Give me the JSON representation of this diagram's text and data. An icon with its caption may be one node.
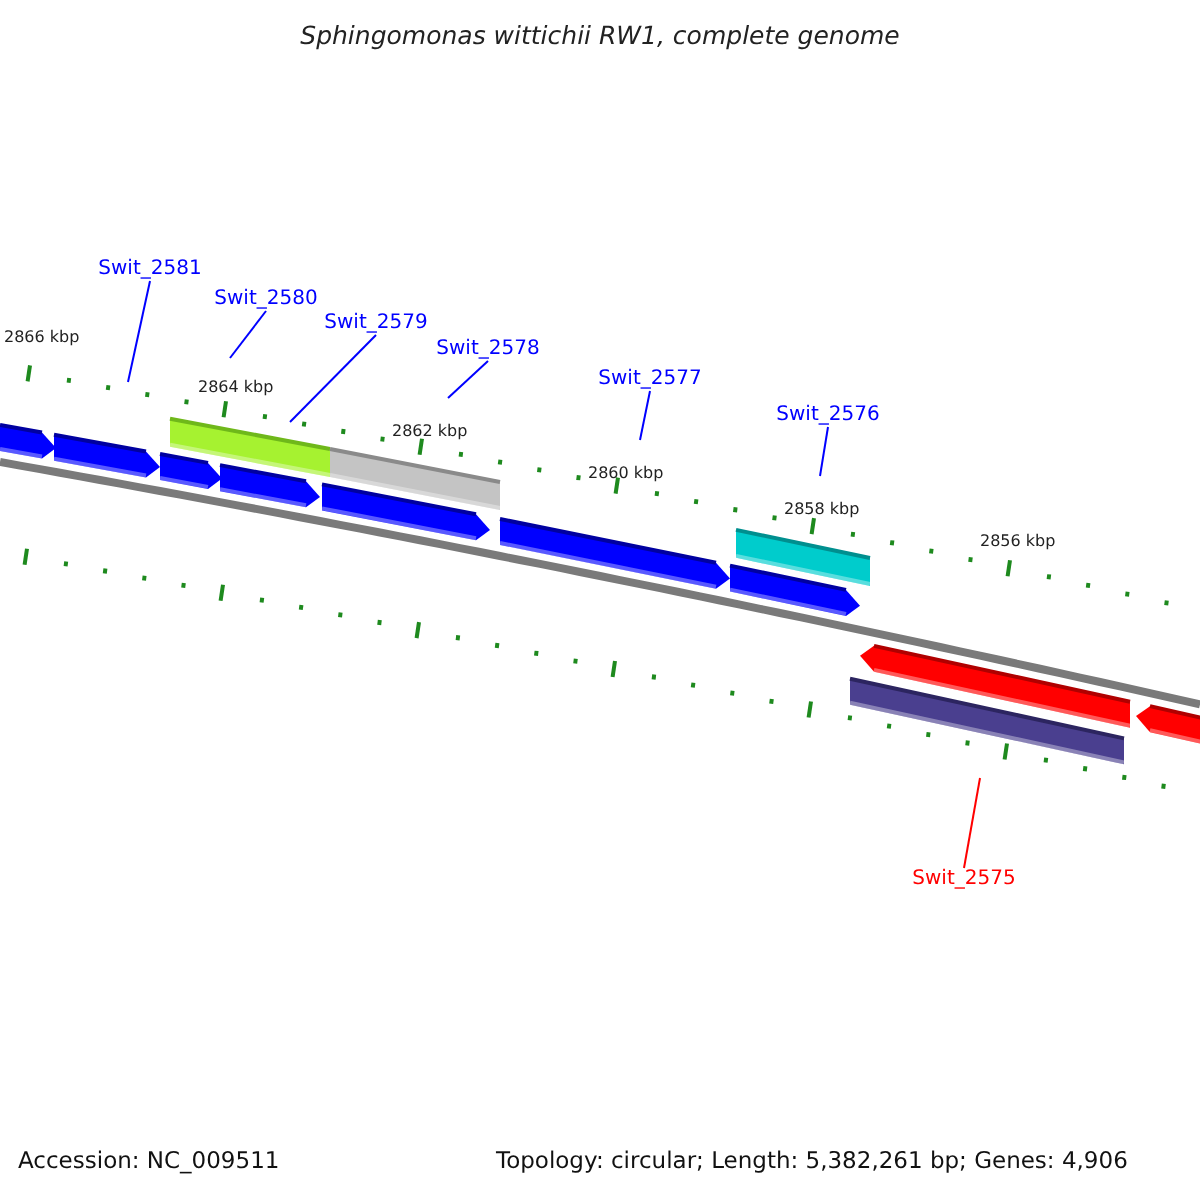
{
  "diagram": {
    "title": "Sphingomonas wittichii RW1, complete genome",
    "nodes": [
      {
        "text": [
          "Swit_2581"
        ]
      },
      {
        "text": [
          "Swit_2580"
        ]
      },
      {
        "text": [
          "Swit_2579"
        ]
      },
      {
        "text": [
          "Swit_2578"
        ]
      },
      {
        "text": [
          "Swit_2577"
        ]
      },
      {
        "text": [
          "Swit_2576"
        ]
      },
      {
        "text": [
          "Swit_2575"
        ]
      }
    ],
    "edges": [
      {
        "from": 0,
        "to": null,
        "arrow": "none"
      },
      {
        "from": 1,
        "to": null,
        "arrow": "none"
      },
      {
        "from": 2,
        "to": null,
        "arrow": "none"
      },
      {
        "from": 3,
        "to": null,
        "arrow": "none"
      },
      {
        "from": 4,
        "to": null,
        "arrow": "none"
      },
      {
        "from": 5,
        "to": null,
        "arrow": "none"
      },
      {
        "from": 6,
        "to": null,
        "arrow": "none",
        "color": "#ff0000"
      }
    ],
    "labels": [
      "2866 kbp",
      "2864 kbp",
      "2862 kbp",
      "2860 kbp",
      "2858 kbp",
      "2856 kbp",
      "Accession: NC_009511",
      "Topology: circular; Length: 5,382,261 bp; Genes: 4,906"
    ]
  }
}
